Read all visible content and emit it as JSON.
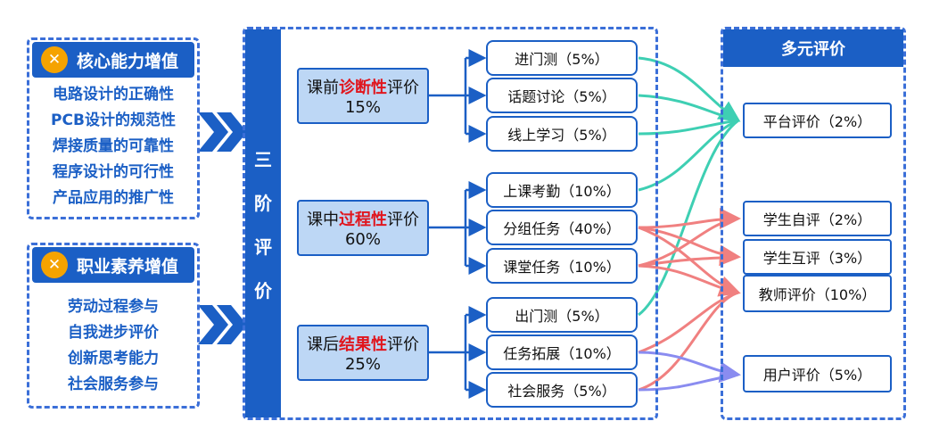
{
  "left": {
    "core": {
      "title": "核心能力增值",
      "icon": "wrench-icon",
      "items": [
        "电路设计的正确性",
        "PCB设计的规范性",
        "焊接质量的可靠性",
        "程序设计的可行性",
        "产品应用的推广性"
      ]
    },
    "literacy": {
      "title": "职业素养增值",
      "icon": "wrench-icon",
      "items": [
        "劳动过程参与",
        "自我进步评价",
        "创新思考能力",
        "社会服务参与"
      ]
    }
  },
  "stage_label": [
    "三",
    "阶",
    "评",
    "价"
  ],
  "phases": [
    {
      "pre": "课前",
      "kw": "诊断性",
      "post": "评价",
      "pct": "15%"
    },
    {
      "pre": "课中",
      "kw": "过程性",
      "post": "评价",
      "pct": "60%"
    },
    {
      "pre": "课后",
      "kw": "结果性",
      "post": "评价",
      "pct": "25%"
    }
  ],
  "items": [
    "进门测（5%）",
    "话题讨论（5%）",
    "线上学习（5%）",
    "上课考勤（10%）",
    "分组任务（40%）",
    "课堂任务（10%）",
    "出门测（5%）",
    "任务拓展（10%）",
    "社会服务（5%）"
  ],
  "multi": {
    "title": "多元评价",
    "evals": [
      "平台评价（2%）",
      "学生自评（2%）",
      "学生互评（3%）",
      "教师评价（10%）",
      "用户评价（5%）"
    ]
  },
  "colors": {
    "primary": "#1b5fc5",
    "teal": "#3ecfb3",
    "salmon": "#f08080",
    "violet": "#8a8cf0",
    "keyword": "#e0161e",
    "icon": "#f5a300"
  }
}
